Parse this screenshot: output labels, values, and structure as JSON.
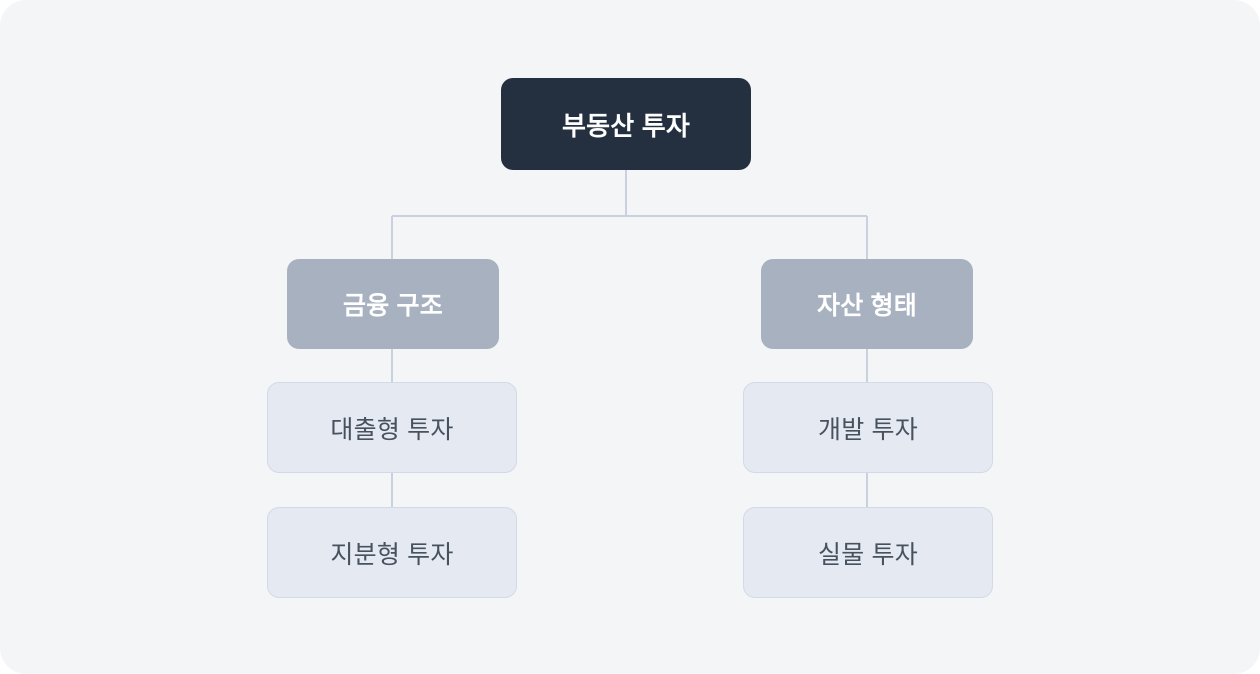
{
  "diagram": {
    "type": "hierarchy-tree",
    "title": "부동산 투자",
    "background_color": "#f4f5f7",
    "connector_color": "#c8d1dd",
    "root": {
      "label": "부동산 투자",
      "fill": "#24303f",
      "text_color": "#ffffff"
    },
    "branches": [
      {
        "label": "금융 구조",
        "fill": "#a8b1bf",
        "text_color": "#ffffff",
        "children": [
          {
            "label": "대출형 투자",
            "fill": "#e5e9f2",
            "text_color": "#48515e"
          },
          {
            "label": "지분형 투자",
            "fill": "#e5e9f2",
            "text_color": "#48515e"
          }
        ]
      },
      {
        "label": "자산 형태",
        "fill": "#a8b1bf",
        "text_color": "#ffffff",
        "children": [
          {
            "label": "개발 투자",
            "fill": "#e5e9f2",
            "text_color": "#48515e"
          },
          {
            "label": "실물 투자",
            "fill": "#e5e9f2",
            "text_color": "#48515e"
          }
        ]
      }
    ]
  }
}
